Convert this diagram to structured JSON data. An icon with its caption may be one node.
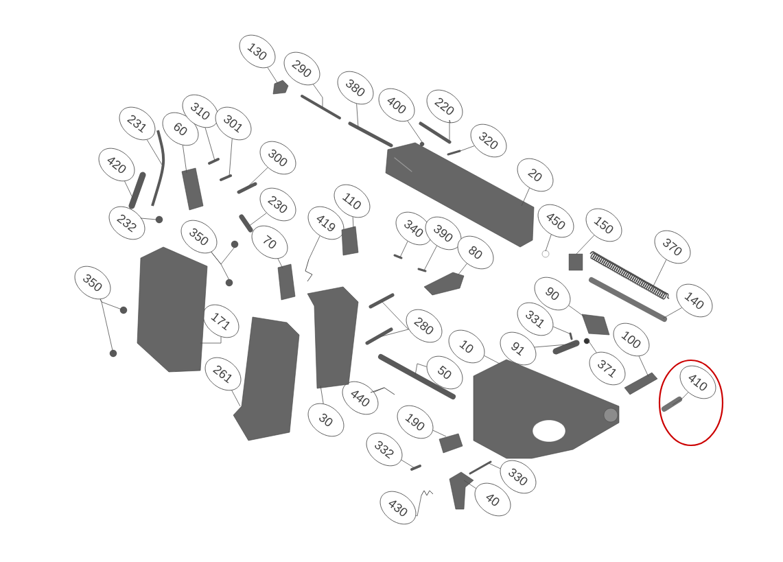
{
  "diagram": {
    "nodes": [
      {
        "text": [
          "130"
        ]
      },
      {
        "text": [
          "290"
        ]
      },
      {
        "text": [
          "380"
        ]
      },
      {
        "text": [
          "400"
        ]
      },
      {
        "text": [
          "220"
        ]
      },
      {
        "text": [
          "320"
        ]
      },
      {
        "text": [
          "20"
        ]
      },
      {
        "text": [
          "231"
        ]
      },
      {
        "text": [
          "60"
        ]
      },
      {
        "text": [
          "310"
        ]
      },
      {
        "text": [
          "301"
        ]
      },
      {
        "text": [
          "300"
        ]
      },
      {
        "text": [
          "420"
        ]
      },
      {
        "text": [
          "232"
        ]
      },
      {
        "text": [
          "230"
        ]
      },
      {
        "text": [
          "350"
        ]
      },
      {
        "text": [
          "70"
        ]
      },
      {
        "text": [
          "419"
        ]
      },
      {
        "text": [
          "110"
        ]
      },
      {
        "text": [
          "340"
        ]
      },
      {
        "text": [
          "390"
        ]
      },
      {
        "text": [
          "80"
        ]
      },
      {
        "text": [
          "450"
        ]
      },
      {
        "text": [
          "150"
        ]
      },
      {
        "text": [
          "370"
        ]
      },
      {
        "text": [
          "140"
        ]
      },
      {
        "text": [
          "90"
        ]
      },
      {
        "text": [
          "331"
        ]
      },
      {
        "text": [
          "91"
        ]
      },
      {
        "text": [
          "371"
        ]
      },
      {
        "text": [
          "100"
        ]
      },
      {
        "text": [
          "410"
        ]
      },
      {
        "text": [
          "350"
        ]
      },
      {
        "text": [
          "171"
        ]
      },
      {
        "text": [
          "261"
        ]
      },
      {
        "text": [
          "280"
        ]
      },
      {
        "text": [
          "10"
        ]
      },
      {
        "text": [
          "50"
        ]
      },
      {
        "text": [
          "440"
        ]
      },
      {
        "text": [
          "30"
        ]
      },
      {
        "text": [
          "190"
        ]
      },
      {
        "text": [
          "332"
        ]
      },
      {
        "text": [
          "330"
        ]
      },
      {
        "text": [
          "40"
        ]
      },
      {
        "text": [
          "430"
        ]
      },
      {
        "text": [],
        "shape": "picture"
      },
      {
        "text": [],
        "shape": "picture"
      },
      {
        "text": [],
        "shape": "picture"
      },
      {
        "text": [],
        "shape": "circle"
      },
      {
        "text": [],
        "shape": "picture"
      },
      {
        "text": [],
        "shape": "picture"
      },
      {
        "text": [],
        "shape": "picture"
      },
      {
        "text": [],
        "shape": "picture"
      },
      {
        "text": [],
        "shape": "picture"
      },
      {
        "text": [],
        "shape": "picture"
      },
      {
        "text": [],
        "shape": "picture"
      },
      {
        "text": [],
        "shape": "picture"
      },
      {
        "text": [],
        "shape": "picture"
      },
      {
        "text": [],
        "shape": "circle"
      },
      {
        "text": [],
        "shape": "picture"
      },
      {
        "text": [],
        "shape": "circle"
      },
      {
        "text": [],
        "shape": "circle"
      },
      {
        "text": [],
        "shape": "picture"
      },
      {
        "text": [],
        "shape": "picture"
      },
      {
        "text": [],
        "shape": "picture"
      },
      {
        "text": [],
        "shape": "picture"
      },
      {
        "text": [],
        "shape": "picture"
      },
      {
        "text": [],
        "shape": "picture"
      },
      {
        "text": [],
        "shape": "circle"
      },
      {
        "text": [],
        "shape": "box"
      },
      {
        "text": [],
        "shape": "picture"
      },
      {
        "text": [],
        "shape": "picture"
      },
      {
        "text": [],
        "shape": "picture"
      },
      {
        "text": [],
        "shape": "picture"
      },
      {
        "text": [],
        "shape": "picture"
      },
      {
        "text": [],
        "shape": "circle"
      },
      {
        "text": [],
        "shape": "picture"
      },
      {
        "text": [],
        "shape": "picture"
      },
      {
        "text": [],
        "shape": "circle"
      },
      {
        "text": [],
        "shape": "circle"
      },
      {
        "text": [],
        "shape": "picture"
      },
      {
        "text": [],
        "shape": "picture"
      },
      {
        "text": [],
        "shape": "picture"
      },
      {
        "text": [],
        "shape": "picture"
      },
      {
        "text": [],
        "shape": "picture"
      },
      {
        "text": [],
        "shape": "picture"
      },
      {
        "text": [],
        "shape": "picture"
      },
      {
        "text": [],
        "shape": "picture"
      },
      {
        "text": [],
        "shape": "picture"
      },
      {
        "text": [],
        "shape": "picture"
      },
      {
        "text": [],
        "shape": "picture"
      },
      {
        "text": [],
        "shape": "picture"
      },
      {
        "text": [],
        "shape": "picture"
      }
    ],
    "edges": [
      {
        "from": 0,
        "to": 45,
        "arrow": "none"
      },
      {
        "from": 1,
        "to": 46,
        "arrow": "none"
      },
      {
        "from": 2,
        "to": 47,
        "arrow": "none"
      },
      {
        "from": 3,
        "to": 48,
        "arrow": "none"
      },
      {
        "from": 4,
        "to": 49,
        "arrow": "none"
      },
      {
        "from": 5,
        "to": 50,
        "arrow": "none"
      },
      {
        "from": 6,
        "to": 51,
        "arrow": "none"
      },
      {
        "from": 7,
        "to": 52,
        "arrow": "none"
      },
      {
        "from": 8,
        "to": 53,
        "arrow": "none"
      },
      {
        "from": 9,
        "to": 54,
        "arrow": "none"
      },
      {
        "from": 10,
        "to": 55,
        "arrow": "none"
      },
      {
        "from": 11,
        "to": 56,
        "arrow": "none"
      },
      {
        "from": 12,
        "to": 57,
        "arrow": "none"
      },
      {
        "from": 13,
        "to": 58,
        "arrow": "none"
      },
      {
        "from": 14,
        "to": 59,
        "arrow": "none"
      },
      {
        "from": 15,
        "to": 60,
        "arrow": "none"
      },
      {
        "from": 15,
        "to": 61,
        "arrow": "none"
      },
      {
        "from": 16,
        "to": 62,
        "arrow": "none"
      },
      {
        "from": 17,
        "to": 63,
        "arrow": "none"
      },
      {
        "from": 18,
        "to": 64,
        "arrow": "none"
      },
      {
        "from": 19,
        "to": 65,
        "arrow": "none"
      },
      {
        "from": 20,
        "to": 66,
        "arrow": "none"
      },
      {
        "from": 21,
        "to": 67,
        "arrow": "none"
      },
      {
        "from": 22,
        "to": 68,
        "arrow": "none"
      },
      {
        "from": 23,
        "to": 69,
        "arrow": "none"
      },
      {
        "from": 24,
        "to": 70,
        "arrow": "none"
      },
      {
        "from": 25,
        "to": 71,
        "arrow": "none"
      },
      {
        "from": 26,
        "to": 72,
        "arrow": "none"
      },
      {
        "from": 27,
        "to": 73,
        "arrow": "none"
      },
      {
        "from": 28,
        "to": 74,
        "arrow": "none"
      },
      {
        "from": 29,
        "to": 75,
        "arrow": "none"
      },
      {
        "from": 30,
        "to": 76,
        "arrow": "none"
      },
      {
        "from": 31,
        "to": 77,
        "arrow": "none"
      },
      {
        "from": 32,
        "to": 78,
        "arrow": "none"
      },
      {
        "from": 32,
        "to": 79,
        "arrow": "none"
      },
      {
        "from": 33,
        "to": 80,
        "arrow": "none"
      },
      {
        "from": 34,
        "to": 81,
        "arrow": "none"
      },
      {
        "from": 35,
        "to": 82,
        "arrow": "none"
      },
      {
        "from": 35,
        "to": 83,
        "arrow": "none"
      },
      {
        "from": 36,
        "to": 84,
        "arrow": "none"
      },
      {
        "from": 37,
        "to": 85,
        "arrow": "none"
      },
      {
        "from": 38,
        "to": 86,
        "arrow": "none"
      },
      {
        "from": 39,
        "to": 87,
        "arrow": "none"
      },
      {
        "from": 40,
        "to": 88,
        "arrow": "none"
      },
      {
        "from": 41,
        "to": 89,
        "arrow": "none"
      },
      {
        "from": 42,
        "to": 90,
        "arrow": "none"
      },
      {
        "from": 43,
        "to": 91,
        "arrow": "none"
      },
      {
        "from": 44,
        "to": 92,
        "arrow": "none"
      }
    ]
  }
}
